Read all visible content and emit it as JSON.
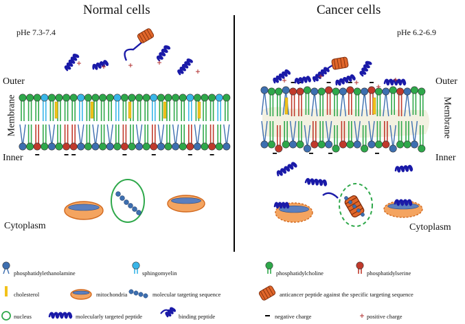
{
  "titles": {
    "left": "Normal cells",
    "right": "Cancer cells"
  },
  "ph": {
    "left": "pHe 7.3-7.4",
    "right": "pHe 6.2-6.9"
  },
  "labels": {
    "outer": "Outer",
    "membrane": "Membrane",
    "inner": "Inner",
    "cytoplasm": "Cytoplasm"
  },
  "legend": {
    "pe": "phosphatidylethanolamine",
    "sm": "sphingomyelin",
    "pc": "phosphatidylcholine",
    "ps": "phosphatidylserine",
    "chol": "cholesterol",
    "mito": "mitochondria",
    "mts": "molecular targeting sequence",
    "acp": "anticancer peptide against the specific targeting sequence",
    "nucleus": "nucleus",
    "mtp": "molecularly targeted peptide",
    "bp": "binding peptide",
    "neg": "negative charge",
    "pos": "positive charge"
  },
  "colors": {
    "pc": "#2ea84a",
    "sm": "#39b5e8",
    "pe": "#3d6fb0",
    "ps": "#c0392b",
    "chol": "#f2c21b",
    "peptide": "#1a1aa8",
    "acp": "#e0662a",
    "mito": "#f4a460",
    "nucleus": "#2ea84a",
    "cancer_membrane": "#f3f1e1"
  }
}
